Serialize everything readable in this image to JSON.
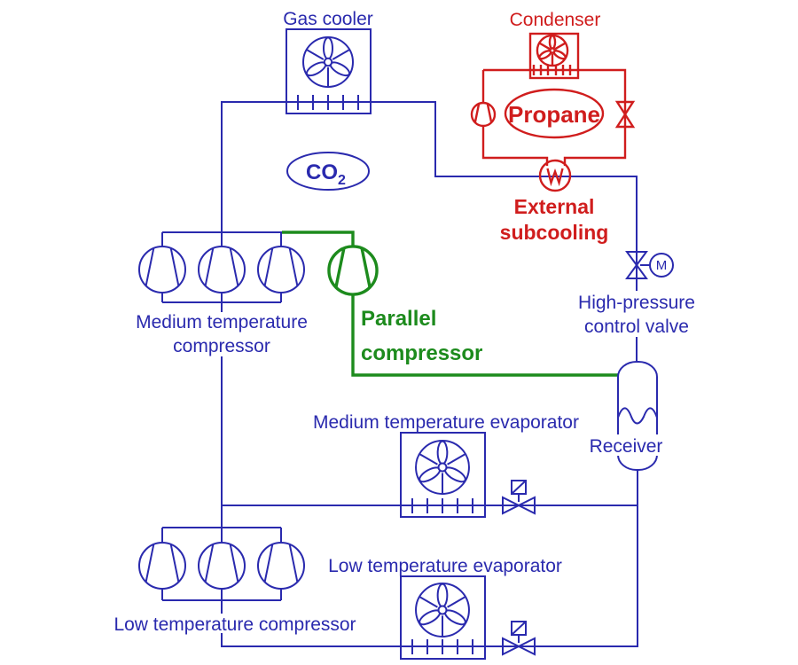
{
  "colors": {
    "co2_circuit_blue": "#2a2aae",
    "propane_circuit_red": "#d01d1d",
    "parallel_branch_green": "#1d8b1d",
    "background": "#ffffff"
  },
  "labels": {
    "gas_cooler": "Gas cooler",
    "condenser": "Condenser",
    "co2": "CO",
    "co2_sub": "2",
    "propane": "Propane",
    "external_subcooling_line1": "External",
    "external_subcooling_line2": "subcooling",
    "hp_valve_line1": "High-pressure",
    "hp_valve_line2": "control valve",
    "motor": "M",
    "mt_compressor_line1": "Medium temperature",
    "mt_compressor_line2": "compressor",
    "parallel_compressor_line1": "Parallel",
    "parallel_compressor_line2": "compressor",
    "mt_evaporator": "Medium temperature evaporator",
    "receiver": "Receiver",
    "lt_evaporator": "Low temperature evaporator",
    "lt_compressor": "Low temperature compressor"
  },
  "icons": {
    "fan": "fan-icon",
    "compressor": "compressor-icon",
    "expansion_valve": "expansion-valve-icon",
    "shutoff_valve": "valve-icon",
    "motor": "motor-icon",
    "heat_exchanger": "heat-exchanger-icon",
    "receiver_vessel": "vessel-icon"
  }
}
